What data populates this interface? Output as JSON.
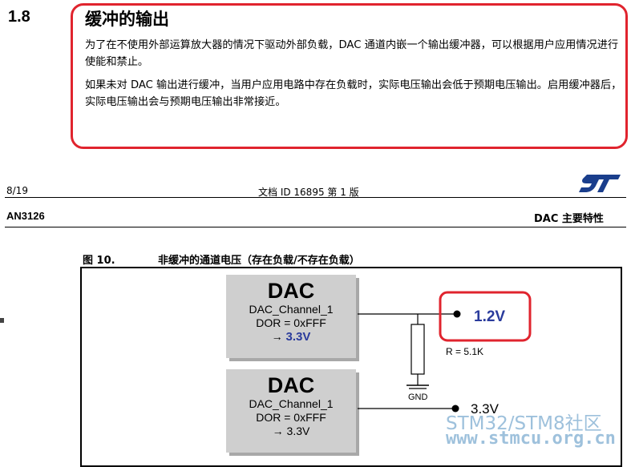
{
  "section": {
    "number": "1.8",
    "title": "缓冲的输出",
    "paragraph1": "为了在不使用外部运算放大器的情况下驱动外部负载，DAC 通道内嵌一个输出缓冲器，可以根据用户应用情况进行使能和禁止。",
    "paragraph2": "如果未对 DAC 输出进行缓冲，当用户应用电路中存在负载时，实际电压输出会低于预期电压输出。启用缓冲器后，实际电压输出会与预期电压输出非常接近。"
  },
  "footer": {
    "page": "8/19",
    "doc_id": "文档 ID 16895 第 1 版"
  },
  "header": {
    "doc_name": "AN3126",
    "chapter": "DAC 主要特性"
  },
  "figure": {
    "label": "图 10.",
    "title": "非缓冲的通道电压（存在负载/不存在负载）",
    "dac1": {
      "title": "DAC",
      "channel": "DAC_Channel_1",
      "dor": "DOR = 0xFFF",
      "arrow": "→",
      "voltage": "3.3V"
    },
    "dac2": {
      "title": "DAC",
      "channel": "DAC_Channel_1",
      "dor": "DOR = 0xFFF",
      "arrow": "→",
      "voltage": "3.3V"
    },
    "out1_voltage": "1.2V",
    "resistor_label": "R = 5.1K",
    "gnd_label": "GND",
    "out2_voltage": "3.3V"
  },
  "watermark": {
    "line1": "STM32/STM8社区",
    "line2": "www.stmcu.org.cn"
  },
  "colors": {
    "highlight_red": "#e0242e",
    "voltage_blue": "#2a3b9c",
    "st_logo_blue": "#1a3e8c",
    "watermark": "#9ec1dc"
  }
}
